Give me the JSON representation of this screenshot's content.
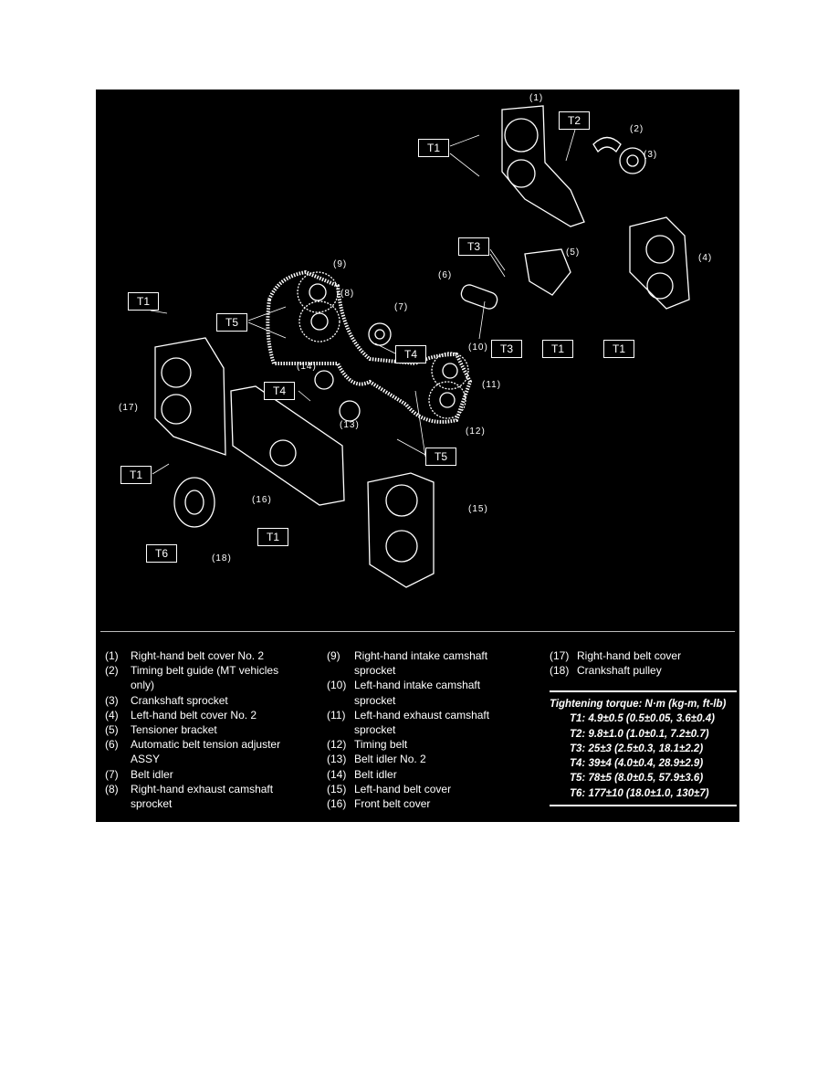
{
  "callouts": [
    "(1)",
    "(2)",
    "(3)",
    "(4)",
    "(5)",
    "(6)",
    "(7)",
    "(8)",
    "(9)",
    "(10)",
    "(11)",
    "(12)",
    "(13)",
    "(14)",
    "(15)",
    "(16)",
    "(17)",
    "(18)"
  ],
  "torque_tags": {
    "t1": "T1",
    "t2": "T2",
    "t3": "T3",
    "t4": "T4",
    "t5": "T5",
    "t6": "T6"
  },
  "legend": {
    "col1": [
      {
        "num": "(1)",
        "text": "Right-hand belt cover No. 2"
      },
      {
        "num": "(2)",
        "text": "Timing belt guide (MT vehicles only)"
      },
      {
        "num": "(3)",
        "text": "Crankshaft sprocket"
      },
      {
        "num": "(4)",
        "text": "Left-hand belt cover No. 2"
      },
      {
        "num": "(5)",
        "text": "Tensioner bracket"
      },
      {
        "num": "(6)",
        "text": "Automatic belt tension adjuster ASSY"
      },
      {
        "num": "(7)",
        "text": "Belt idler"
      },
      {
        "num": "(8)",
        "text": "Right-hand exhaust camshaft sprocket"
      }
    ],
    "col2": [
      {
        "num": "(9)",
        "text": "Right-hand intake camshaft sprocket"
      },
      {
        "num": "(10)",
        "text": "Left-hand intake camshaft sprocket"
      },
      {
        "num": "(11)",
        "text": "Left-hand exhaust camshaft sprocket"
      },
      {
        "num": "(12)",
        "text": "Timing belt"
      },
      {
        "num": "(13)",
        "text": "Belt idler No. 2"
      },
      {
        "num": "(14)",
        "text": "Belt idler"
      },
      {
        "num": "(15)",
        "text": "Left-hand belt cover"
      },
      {
        "num": "(16)",
        "text": "Front belt cover"
      }
    ],
    "col3": [
      {
        "num": "(17)",
        "text": "Right-hand belt cover"
      },
      {
        "num": "(18)",
        "text": "Crankshaft pulley"
      }
    ]
  },
  "torque": {
    "title": "Tightening torque: N·m (kg-m, ft-lb)",
    "rows": [
      "T1: 4.9±0.5 (0.5±0.05, 3.6±0.4)",
      "T2: 9.8±1.0 (1.0±0.1, 7.2±0.7)",
      "T3: 25±3 (2.5±0.3, 18.1±2.2)",
      "T4: 39±4 (4.0±0.4, 28.9±2.9)",
      "T5: 78±5 (8.0±0.5, 57.9±3.6)",
      "T6: 177±10 (18.0±1.0, 130±7)"
    ]
  }
}
